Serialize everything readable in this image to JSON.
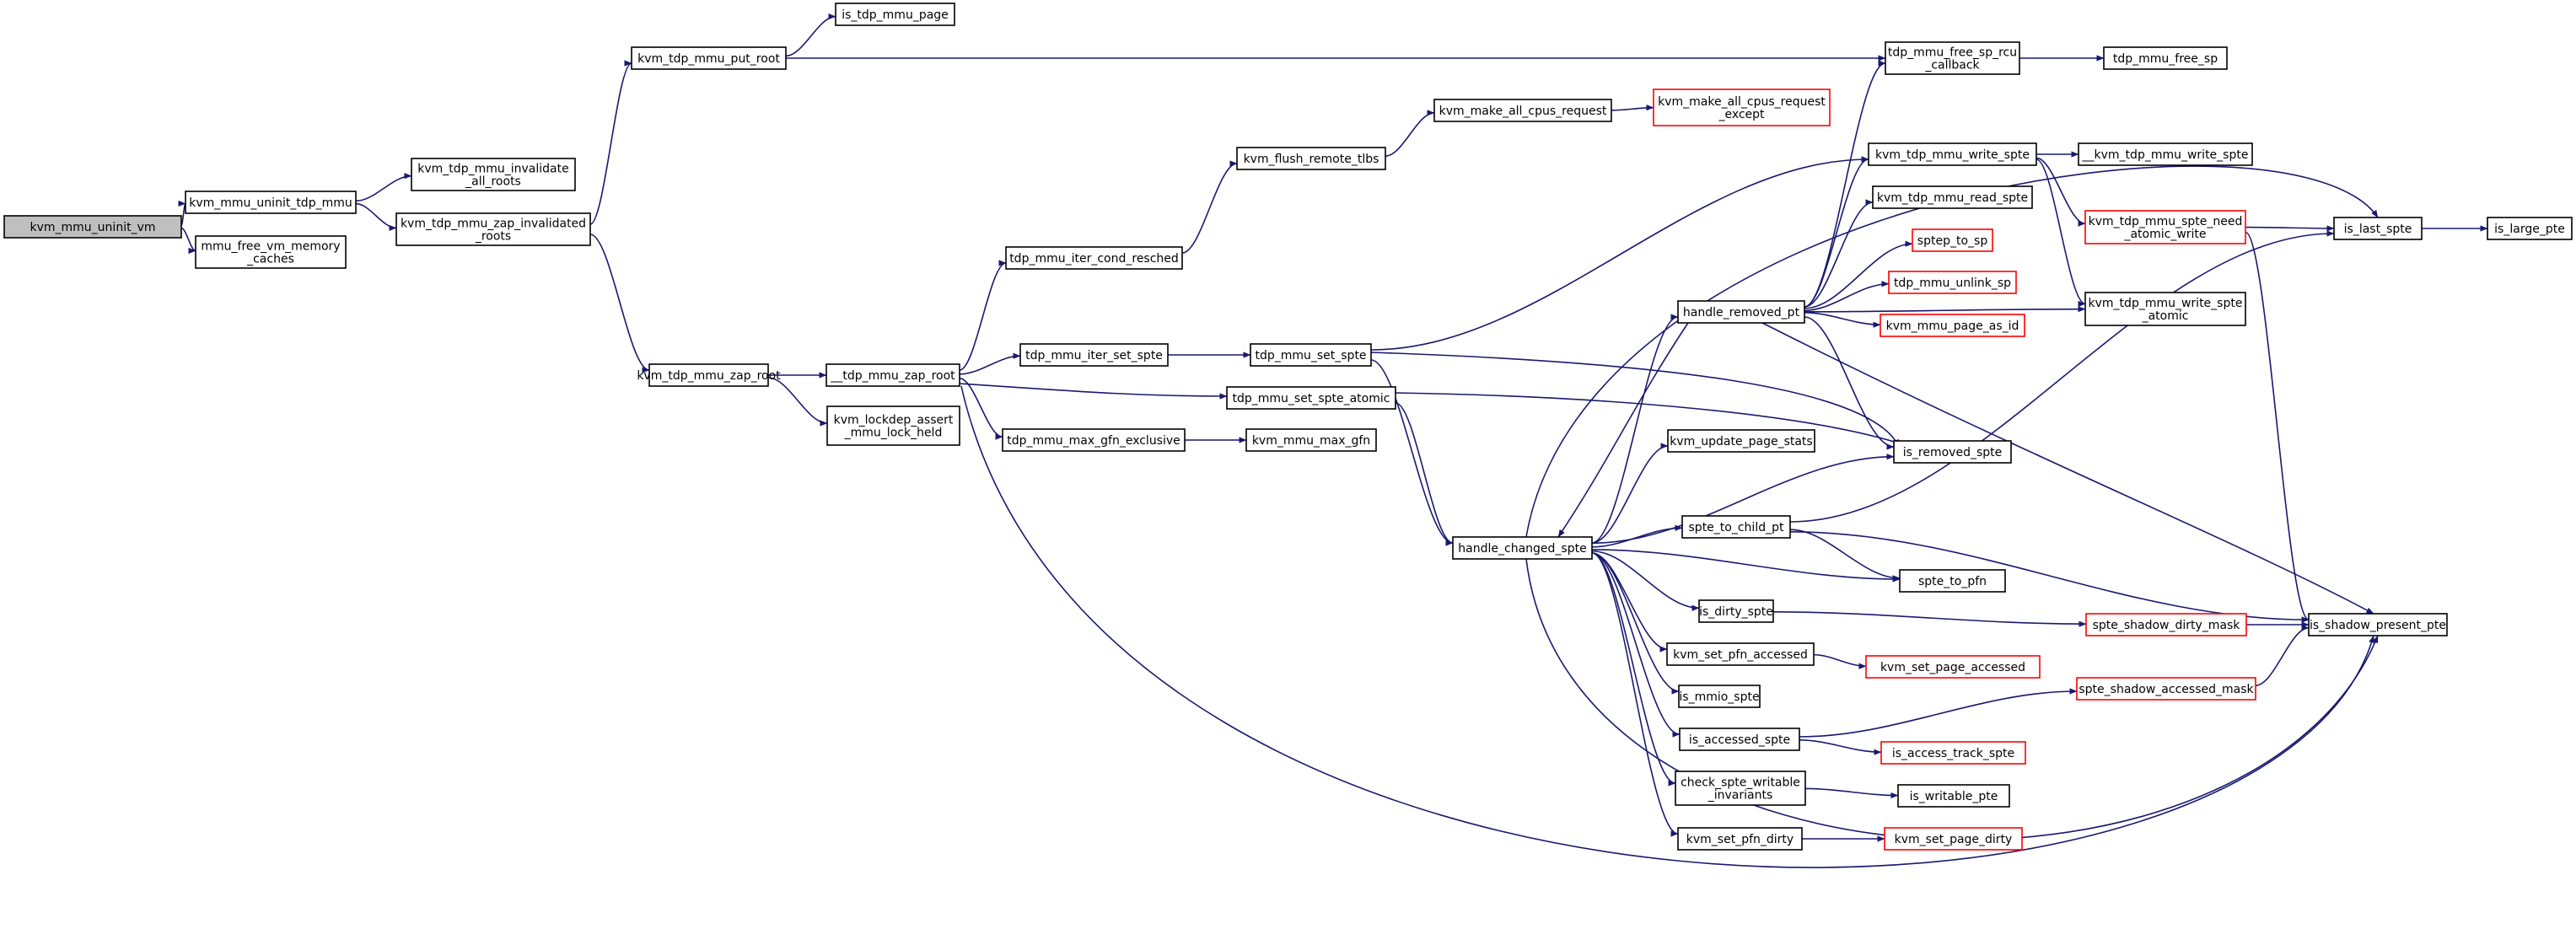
{
  "graph": {
    "kind": "call-graph",
    "colors": {
      "edge": "#191970",
      "border": "#000000",
      "truncated_border": "#ff0000",
      "root_fill": "#bfbfbf",
      "background": "#ffffff"
    },
    "nodes": [
      {
        "id": "kvm_mmu_uninit_vm",
        "lines": [
          "kvm_mmu_uninit_vm"
        ],
        "root": true
      },
      {
        "id": "kvm_mmu_uninit_tdp_mmu",
        "lines": [
          "kvm_mmu_uninit_tdp_mmu"
        ]
      },
      {
        "id": "mmu_free_vm_memory_caches",
        "lines": [
          "mmu_free_vm_memory",
          "_caches"
        ]
      },
      {
        "id": "kvm_tdp_mmu_invalidate_all_roots",
        "lines": [
          "kvm_tdp_mmu_invalidate",
          "_all_roots"
        ]
      },
      {
        "id": "kvm_tdp_mmu_zap_invalidated_roots",
        "lines": [
          "kvm_tdp_mmu_zap_invalidated",
          "_roots"
        ]
      },
      {
        "id": "kvm_tdp_mmu_put_root",
        "lines": [
          "kvm_tdp_mmu_put_root"
        ]
      },
      {
        "id": "is_tdp_mmu_page",
        "lines": [
          "is_tdp_mmu_page"
        ]
      },
      {
        "id": "kvm_tdp_mmu_zap_root",
        "lines": [
          "kvm_tdp_mmu_zap_root"
        ]
      },
      {
        "id": "__tdp_mmu_zap_root",
        "lines": [
          "__tdp_mmu_zap_root"
        ]
      },
      {
        "id": "kvm_lockdep_assert_mmu_lock_held",
        "lines": [
          "kvm_lockdep_assert",
          "_mmu_lock_held"
        ]
      },
      {
        "id": "tdp_mmu_iter_cond_resched",
        "lines": [
          "tdp_mmu_iter_cond_resched"
        ]
      },
      {
        "id": "tdp_mmu_iter_set_spte",
        "lines": [
          "tdp_mmu_iter_set_spte"
        ]
      },
      {
        "id": "tdp_mmu_max_gfn_exclusive",
        "lines": [
          "tdp_mmu_max_gfn_exclusive"
        ]
      },
      {
        "id": "kvm_flush_remote_tlbs",
        "lines": [
          "kvm_flush_remote_tlbs"
        ]
      },
      {
        "id": "kvm_make_all_cpus_request",
        "lines": [
          "kvm_make_all_cpus_request"
        ]
      },
      {
        "id": "kvm_make_all_cpus_request_except",
        "lines": [
          "kvm_make_all_cpus_request",
          "_except"
        ],
        "truncated": true
      },
      {
        "id": "tdp_mmu_set_spte",
        "lines": [
          "tdp_mmu_set_spte"
        ]
      },
      {
        "id": "tdp_mmu_set_spte_atomic",
        "lines": [
          "tdp_mmu_set_spte_atomic"
        ]
      },
      {
        "id": "kvm_mmu_max_gfn",
        "lines": [
          "kvm_mmu_max_gfn"
        ]
      },
      {
        "id": "tdp_mmu_free_sp_rcu_callback",
        "lines": [
          "tdp_mmu_free_sp_rcu",
          "_callback"
        ]
      },
      {
        "id": "tdp_mmu_free_sp",
        "lines": [
          "tdp_mmu_free_sp"
        ]
      },
      {
        "id": "kvm_tdp_mmu_write_spte",
        "lines": [
          "kvm_tdp_mmu_write_spte"
        ]
      },
      {
        "id": "__kvm_tdp_mmu_write_spte",
        "lines": [
          "__kvm_tdp_mmu_write_spte"
        ]
      },
      {
        "id": "kvm_tdp_mmu_read_spte",
        "lines": [
          "kvm_tdp_mmu_read_spte"
        ]
      },
      {
        "id": "kvm_tdp_mmu_spte_need_atomic_write",
        "lines": [
          "kvm_tdp_mmu_spte_need",
          "_atomic_write"
        ],
        "truncated": true
      },
      {
        "id": "is_last_spte",
        "lines": [
          "is_last_spte"
        ]
      },
      {
        "id": "is_large_pte",
        "lines": [
          "is_large_pte"
        ]
      },
      {
        "id": "sptep_to_sp",
        "lines": [
          "sptep_to_sp"
        ],
        "truncated": true
      },
      {
        "id": "tdp_mmu_unlink_sp",
        "lines": [
          "tdp_mmu_unlink_sp"
        ],
        "truncated": true
      },
      {
        "id": "kvm_mmu_page_as_id",
        "lines": [
          "kvm_mmu_page_as_id"
        ],
        "truncated": true
      },
      {
        "id": "kvm_tdp_mmu_write_spte_atomic",
        "lines": [
          "kvm_tdp_mmu_write_spte",
          "_atomic"
        ]
      },
      {
        "id": "handle_removed_pt",
        "lines": [
          "handle_removed_pt"
        ]
      },
      {
        "id": "kvm_update_page_stats",
        "lines": [
          "kvm_update_page_stats"
        ]
      },
      {
        "id": "is_removed_spte",
        "lines": [
          "is_removed_spte"
        ]
      },
      {
        "id": "handle_changed_spte",
        "lines": [
          "handle_changed_spte"
        ]
      },
      {
        "id": "spte_to_child_pt",
        "lines": [
          "spte_to_child_pt"
        ]
      },
      {
        "id": "spte_to_pfn",
        "lines": [
          "spte_to_pfn"
        ]
      },
      {
        "id": "is_dirty_spte",
        "lines": [
          "is_dirty_spte"
        ]
      },
      {
        "id": "spte_shadow_dirty_mask",
        "lines": [
          "spte_shadow_dirty_mask"
        ],
        "truncated": true
      },
      {
        "id": "is_shadow_present_pte",
        "lines": [
          "is_shadow_present_pte"
        ]
      },
      {
        "id": "kvm_set_pfn_accessed",
        "lines": [
          "kvm_set_pfn_accessed"
        ]
      },
      {
        "id": "kvm_set_page_accessed",
        "lines": [
          "kvm_set_page_accessed"
        ],
        "truncated": true
      },
      {
        "id": "spte_shadow_accessed_mask",
        "lines": [
          "spte_shadow_accessed_mask"
        ],
        "truncated": true
      },
      {
        "id": "is_mmio_spte",
        "lines": [
          "is_mmio_spte"
        ]
      },
      {
        "id": "is_accessed_spte",
        "lines": [
          "is_accessed_spte"
        ]
      },
      {
        "id": "is_access_track_spte",
        "lines": [
          "is_access_track_spte"
        ],
        "truncated": true
      },
      {
        "id": "check_spte_writable_invariants",
        "lines": [
          "check_spte_writable",
          "_invariants"
        ]
      },
      {
        "id": "is_writable_pte",
        "lines": [
          "is_writable_pte"
        ]
      },
      {
        "id": "kvm_set_pfn_dirty",
        "lines": [
          "kvm_set_pfn_dirty"
        ]
      },
      {
        "id": "kvm_set_page_dirty",
        "lines": [
          "kvm_set_page_dirty"
        ],
        "truncated": true
      }
    ],
    "edges": [
      [
        "kvm_mmu_uninit_vm",
        "kvm_mmu_uninit_tdp_mmu"
      ],
      [
        "kvm_mmu_uninit_vm",
        "mmu_free_vm_memory_caches"
      ],
      [
        "kvm_mmu_uninit_tdp_mmu",
        "kvm_tdp_mmu_invalidate_all_roots"
      ],
      [
        "kvm_mmu_uninit_tdp_mmu",
        "kvm_tdp_mmu_zap_invalidated_roots"
      ],
      [
        "kvm_tdp_mmu_zap_invalidated_roots",
        "kvm_tdp_mmu_put_root"
      ],
      [
        "kvm_tdp_mmu_zap_invalidated_roots",
        "kvm_tdp_mmu_zap_root"
      ],
      [
        "kvm_tdp_mmu_put_root",
        "is_tdp_mmu_page"
      ],
      [
        "kvm_tdp_mmu_put_root",
        "tdp_mmu_free_sp_rcu_callback"
      ],
      [
        "tdp_mmu_free_sp_rcu_callback",
        "tdp_mmu_free_sp"
      ],
      [
        "kvm_tdp_mmu_zap_root",
        "__tdp_mmu_zap_root"
      ],
      [
        "kvm_tdp_mmu_zap_root",
        "kvm_lockdep_assert_mmu_lock_held"
      ],
      [
        "__tdp_mmu_zap_root",
        "tdp_mmu_iter_cond_resched"
      ],
      [
        "__tdp_mmu_zap_root",
        "tdp_mmu_iter_set_spte"
      ],
      [
        "__tdp_mmu_zap_root",
        "tdp_mmu_set_spte_atomic"
      ],
      [
        "__tdp_mmu_zap_root",
        "tdp_mmu_max_gfn_exclusive"
      ],
      [
        "__tdp_mmu_zap_root",
        "is_shadow_present_pte"
      ],
      [
        "tdp_mmu_iter_cond_resched",
        "kvm_flush_remote_tlbs"
      ],
      [
        "kvm_flush_remote_tlbs",
        "kvm_make_all_cpus_request"
      ],
      [
        "kvm_make_all_cpus_request",
        "kvm_make_all_cpus_request_except"
      ],
      [
        "tdp_mmu_iter_set_spte",
        "tdp_mmu_set_spte"
      ],
      [
        "tdp_mmu_max_gfn_exclusive",
        "kvm_mmu_max_gfn"
      ],
      [
        "tdp_mmu_set_spte",
        "kvm_tdp_mmu_write_spte"
      ],
      [
        "tdp_mmu_set_spte",
        "handle_changed_spte"
      ],
      [
        "tdp_mmu_set_spte",
        "is_removed_spte"
      ],
      [
        "tdp_mmu_set_spte_atomic",
        "handle_changed_spte"
      ],
      [
        "tdp_mmu_set_spte_atomic",
        "is_removed_spte"
      ],
      [
        "kvm_tdp_mmu_write_spte",
        "__kvm_tdp_mmu_write_spte"
      ],
      [
        "kvm_tdp_mmu_write_spte",
        "kvm_tdp_mmu_spte_need_atomic_write"
      ],
      [
        "kvm_tdp_mmu_write_spte",
        "kvm_tdp_mmu_write_spte_atomic"
      ],
      [
        "kvm_tdp_mmu_spte_need_atomic_write",
        "is_last_spte"
      ],
      [
        "kvm_tdp_mmu_spte_need_atomic_write",
        "is_shadow_present_pte"
      ],
      [
        "is_last_spte",
        "is_large_pte"
      ],
      [
        "handle_removed_pt",
        "tdp_mmu_free_sp_rcu_callback"
      ],
      [
        "handle_removed_pt",
        "kvm_tdp_mmu_write_spte"
      ],
      [
        "handle_removed_pt",
        "kvm_tdp_mmu_read_spte"
      ],
      [
        "handle_removed_pt",
        "sptep_to_sp"
      ],
      [
        "handle_removed_pt",
        "tdp_mmu_unlink_sp"
      ],
      [
        "handle_removed_pt",
        "kvm_mmu_page_as_id"
      ],
      [
        "handle_removed_pt",
        "kvm_tdp_mmu_write_spte_atomic"
      ],
      [
        "handle_removed_pt",
        "is_removed_spte"
      ],
      [
        "handle_removed_pt",
        "handle_changed_spte"
      ],
      [
        "handle_removed_pt",
        "is_shadow_present_pte"
      ],
      [
        "handle_changed_spte",
        "handle_removed_pt"
      ],
      [
        "handle_changed_spte",
        "is_last_spte"
      ],
      [
        "handle_changed_spte",
        "kvm_update_page_stats"
      ],
      [
        "handle_changed_spte",
        "is_removed_spte"
      ],
      [
        "handle_changed_spte",
        "spte_to_child_pt"
      ],
      [
        "handle_changed_spte",
        "spte_to_pfn"
      ],
      [
        "handle_changed_spte",
        "is_dirty_spte"
      ],
      [
        "handle_changed_spte",
        "kvm_set_pfn_accessed"
      ],
      [
        "handle_changed_spte",
        "is_mmio_spte"
      ],
      [
        "handle_changed_spte",
        "is_accessed_spte"
      ],
      [
        "handle_changed_spte",
        "check_spte_writable_invariants"
      ],
      [
        "handle_changed_spte",
        "kvm_set_pfn_dirty"
      ],
      [
        "handle_changed_spte",
        "is_shadow_present_pte"
      ],
      [
        "spte_to_child_pt",
        "is_last_spte"
      ],
      [
        "spte_to_child_pt",
        "spte_to_pfn"
      ],
      [
        "spte_to_child_pt",
        "is_shadow_present_pte"
      ],
      [
        "is_dirty_spte",
        "spte_shadow_dirty_mask"
      ],
      [
        "spte_shadow_dirty_mask",
        "is_shadow_present_pte"
      ],
      [
        "kvm_set_pfn_accessed",
        "kvm_set_page_accessed"
      ],
      [
        "is_accessed_spte",
        "spte_shadow_accessed_mask"
      ],
      [
        "is_accessed_spte",
        "is_access_track_spte"
      ],
      [
        "spte_shadow_accessed_mask",
        "is_shadow_present_pte"
      ],
      [
        "check_spte_writable_invariants",
        "is_writable_pte"
      ],
      [
        "kvm_set_pfn_dirty",
        "kvm_set_page_dirty"
      ]
    ]
  }
}
